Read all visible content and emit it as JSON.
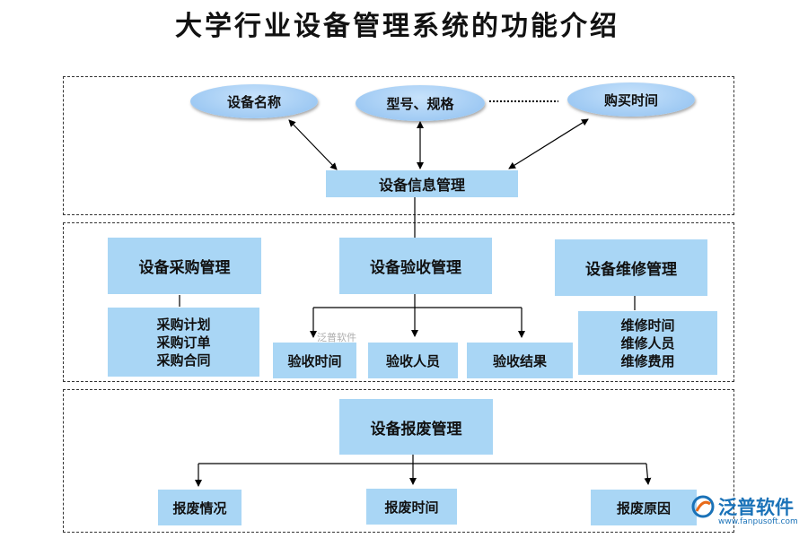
{
  "title": "大学行业设备管理系统的功能介绍",
  "attributes": {
    "device_name": "设备名称",
    "model_spec": "型号、规格",
    "purchase_time": "购买时间"
  },
  "info_management": "设备信息管理",
  "procurement": {
    "label": "设备采购管理",
    "items": [
      "采购计划",
      "采购订单",
      "采购合同"
    ]
  },
  "acceptance": {
    "label": "设备验收管理",
    "items": [
      "验收时间",
      "验收人员",
      "验收结果"
    ]
  },
  "maintenance": {
    "label": "设备维修管理",
    "items": [
      "维修时间",
      "维修人员",
      "维修费用"
    ]
  },
  "scrap": {
    "label": "设备报废管理",
    "items": [
      "报废情况",
      "报废时间",
      "报废原因"
    ]
  },
  "watermark": "泛普软件",
  "logo": {
    "name": "泛普软件",
    "url": "www.fanpusoft.com"
  },
  "colors": {
    "box_fill": "#a9d6f5",
    "ellipse_fill": "#8fc0f0",
    "logo": "#1a72b8"
  }
}
